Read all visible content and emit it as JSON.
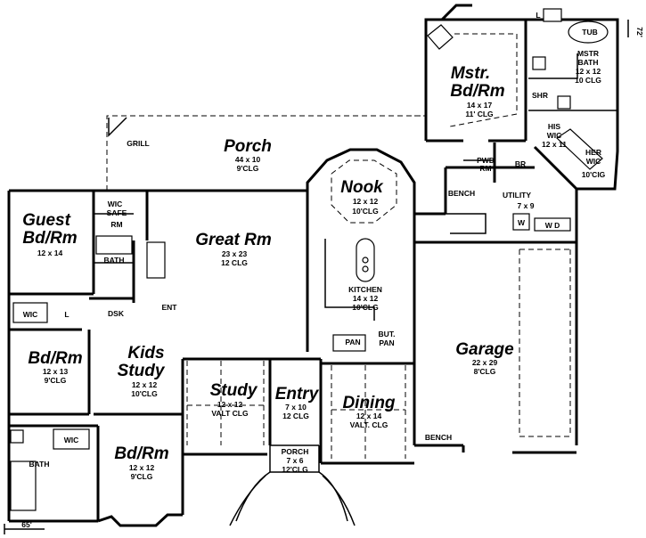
{
  "rooms": {
    "mstr_bd": {
      "name": "Mstr.",
      "name2": "Bd/Rm",
      "size": "14 x 17",
      "clg": "11' CLG"
    },
    "mstr_bath": {
      "name": "MSTR",
      "name2": "BATH",
      "size": "12 x 12",
      "clg": "10 CLG"
    },
    "tub": "TUB",
    "shr": "SHR",
    "his_wic": {
      "name": "HIS",
      "name2": "WIC",
      "size": "12 x 11"
    },
    "her_wic": {
      "name": "HER",
      "name2": "WIC",
      "clg": "10'CIG"
    },
    "porch": {
      "name": "Porch",
      "size": "44 x 10",
      "clg": "9'CLG"
    },
    "grill": "GRILL",
    "nook": {
      "name": "Nook",
      "size": "12 x 12",
      "clg": "10'CLG"
    },
    "pwd_rm": {
      "name": "PWD",
      "name2": "RM"
    },
    "br": "BR",
    "bench_top": "BENCH",
    "utility": {
      "name": "UTILITY",
      "size": "7 x 9"
    },
    "washer": "W",
    "wd": "W  D",
    "guest": {
      "name": "Guest",
      "name2": "Bd/Rm",
      "size": "12 x 14"
    },
    "wic_safe": {
      "name": "WIC",
      "name2": "SAFE",
      "name3": "RM"
    },
    "bath_top": "BATH",
    "great_rm": {
      "name": "Great Rm",
      "size": "23 x 23",
      "clg": "12 CLG"
    },
    "kitchen": {
      "name": "KITCHEN",
      "size": "14 x 12",
      "clg": "10'CLG"
    },
    "ent": "ENT",
    "dsk": "DSK",
    "wic_mid": "WIC",
    "l_mid": "L",
    "pan": "PAN",
    "but_pan": {
      "name": "BUT.",
      "name2": "PAN"
    },
    "bd_rm_1": {
      "name": "Bd/Rm",
      "size": "12 x 13",
      "clg": "9'CLG"
    },
    "kids_study": {
      "name": "Kids",
      "name2": "Study",
      "size": "12 x 12",
      "clg": "10'CLG"
    },
    "study": {
      "name": "Study",
      "size": "12 x 12",
      "clg": "VALT CLG"
    },
    "entry": {
      "name": "Entry",
      "size": "7 x 10",
      "clg": "12 CLG"
    },
    "dining": {
      "name": "Dining",
      "size": "12 x 14",
      "clg": "VALT. CLG"
    },
    "garage": {
      "name": "Garage",
      "size": "22 x 29",
      "clg": "8'CLG"
    },
    "bench_garage": "BENCH",
    "wic_low": "WIC",
    "bath_low": "BATH",
    "bd_rm_2": {
      "name": "Bd/Rm",
      "size": "12 x 12",
      "clg": "9'CLG"
    },
    "porch_front": {
      "name": "PORCH",
      "size": "7 x 6",
      "clg": "12'CLG"
    },
    "l_top": "L"
  },
  "dimensions": {
    "overall_width": "65'",
    "overall_depth": "72'"
  }
}
